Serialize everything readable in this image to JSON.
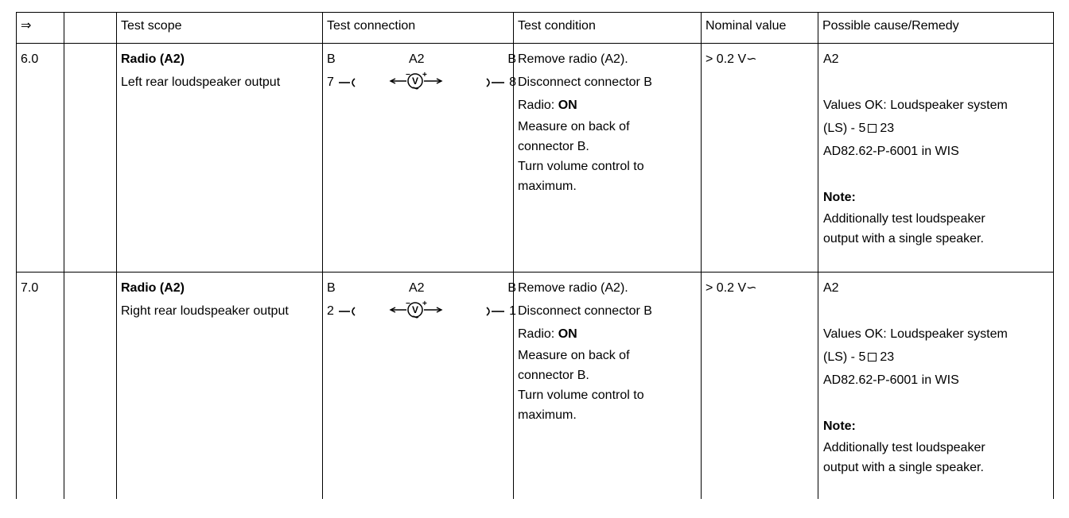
{
  "header": {
    "arrow": "⇒",
    "col1": "",
    "scope": "Test scope",
    "connection": "Test connection",
    "condition": "Test condition",
    "nominal": "Nominal value",
    "cause": "Possible cause/Remedy"
  },
  "rows": [
    {
      "step": "6.0",
      "scope_title": "Radio (A2)",
      "scope_sub": "Left rear loudspeaker output",
      "conn_left_label": "B",
      "conn_mid_label": "A2",
      "conn_right_label": "B",
      "conn_left_pin": "7",
      "conn_right_pin": "8",
      "cond_1": "Remove radio (A2).",
      "cond_2": "Disconnect connector B",
      "cond_3_prefix": "Radio: ",
      "cond_3_bold": "ON",
      "cond_4": "Measure on back of",
      "cond_5": "connector B.",
      "cond_6": "Turn volume control to",
      "cond_7": "maximum.",
      "nominal": "> 0.2 V∽",
      "cause_1": "A2",
      "cause_2": "Values OK: Loudspeaker system",
      "cause_3a": "(LS) - 5",
      "cause_3b": "23",
      "cause_4": "AD82.62-P-6001 in WIS",
      "cause_note": "Note:",
      "cause_5": "Additionally test loudspeaker",
      "cause_6": "output with a single speaker."
    },
    {
      "step": "7.0",
      "scope_title": "Radio (A2)",
      "scope_sub": "Right rear loudspeaker output",
      "conn_left_label": "B",
      "conn_mid_label": "A2",
      "conn_right_label": "B",
      "conn_left_pin": "2",
      "conn_right_pin": "1",
      "cond_1": "Remove radio (A2).",
      "cond_2": "Disconnect connector B",
      "cond_3_prefix": "Radio: ",
      "cond_3_bold": "ON",
      "cond_4": "Measure on back of",
      "cond_5": "connector B.",
      "cond_6": "Turn volume control to",
      "cond_7": "maximum.",
      "nominal": "> 0.2 V∽",
      "cause_1": "A2",
      "cause_2": "Values OK: Loudspeaker system",
      "cause_3a": "(LS) - 5",
      "cause_3b": "23",
      "cause_4": "AD82.62-P-6001 in WIS",
      "cause_note": "Note:",
      "cause_5": "Additionally test loudspeaker",
      "cause_6": "output with a single speaker."
    }
  ],
  "meter_symbol": "voltmeter-icon"
}
